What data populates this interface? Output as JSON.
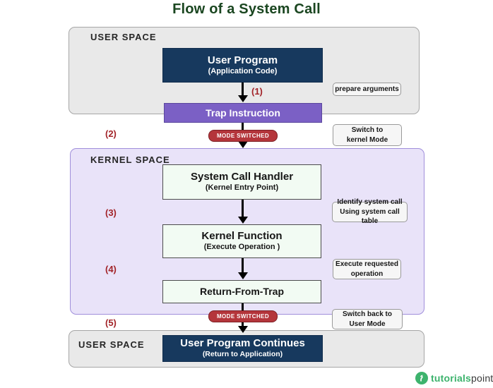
{
  "title": "Flow of a System Call",
  "user_space_top": {
    "label": "USER SPACE",
    "user_program": {
      "title": "User Program",
      "subtitle": "(Application Code)"
    },
    "trap_instruction": {
      "title": "Trap Instruction"
    }
  },
  "kernel_space": {
    "label": "KERNEL SPACE",
    "system_call_handler": {
      "title": "System Call Handler",
      "subtitle": "(Kernel Entry Point)"
    },
    "kernel_function": {
      "title": "Kernel Function",
      "subtitle": "(Execute Operation )"
    },
    "return_from_trap": {
      "title": "Return-From-Trap"
    }
  },
  "user_space_bottom": {
    "label": "USER SPACE",
    "user_program_continues": {
      "title": "User Program Continues",
      "subtitle": "(Return to Application)"
    }
  },
  "steps": {
    "s1": "(1)",
    "s2": "(2)",
    "s3": "(3)",
    "s4": "(4)",
    "s5": "(5)"
  },
  "badges": {
    "mode_switched_1": "MODE SWITCHED",
    "mode_switched_2": "MODE SWITCHED"
  },
  "annotations": {
    "prepare_arguments": "prepare arguments",
    "switch_to_kernel": [
      "Switch to",
      "kernel Mode"
    ],
    "identify_syscall": [
      "Identify system call",
      "Using system call table"
    ],
    "execute_requested": [
      "Execute requested",
      "operation"
    ],
    "switch_back": [
      "Switch back to",
      "User Mode"
    ]
  },
  "logo": {
    "part1": "tutorials",
    "part2": "point"
  },
  "colors": {
    "title_green": "#1a4620",
    "navy": "#17395e",
    "navy_border": "#102c4c",
    "purple": "#7b60c5",
    "purple_border": "#5b489e",
    "badge_red": "#b4353b",
    "badge_red_border": "#7d2025",
    "step_red": "#a22328",
    "panel_gray": "#e9e9e9",
    "panel_border": "#a6a6a6",
    "lavender": "#e9e3f9",
    "lavender_border": "#a röm8fdb",
    "mint": "#f2fbf3",
    "mint_border": "#4c4c4c",
    "note_bg": "#f6f6f6",
    "note_border": "#9a9a9a",
    "logo_green": "#3db36d"
  }
}
